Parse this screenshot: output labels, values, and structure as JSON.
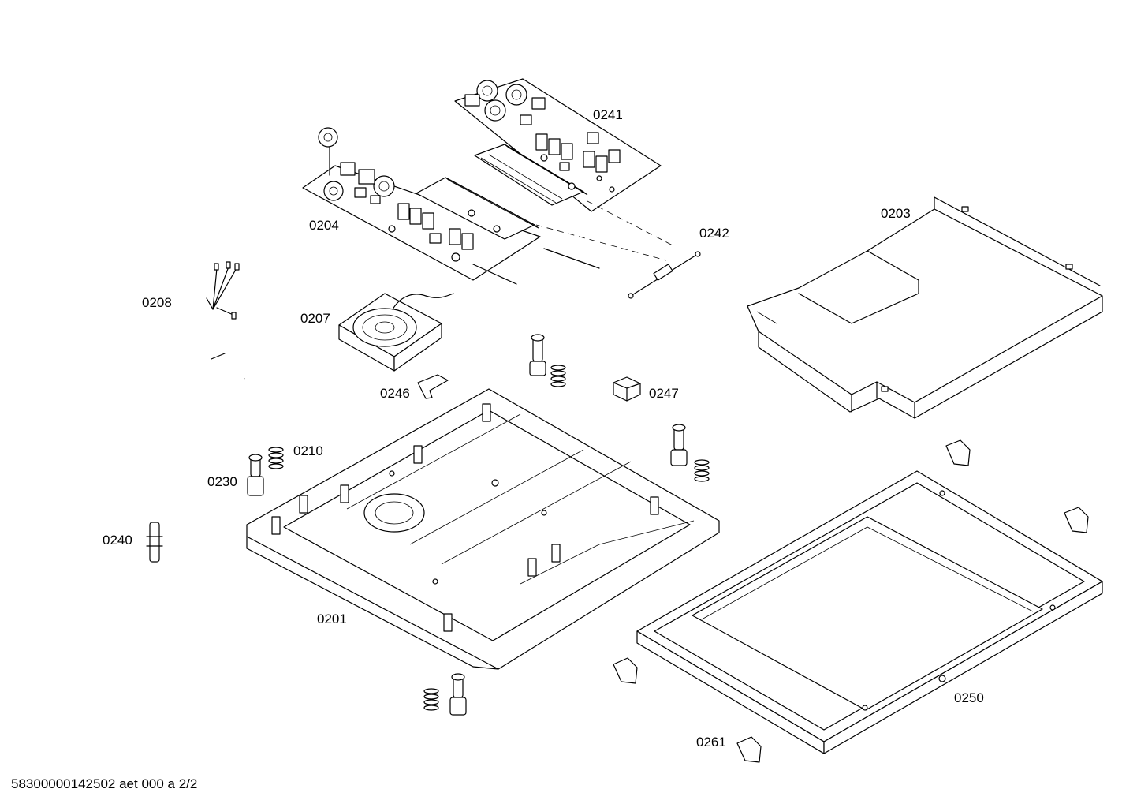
{
  "labels": {
    "p0241": "0241",
    "p0204": "0204",
    "p0242": "0242",
    "p0203": "0203",
    "p0208": "0208",
    "p0207": "0207",
    "p0246": "0246",
    "p0247": "0247",
    "p0210": "0210",
    "p0230": "0230",
    "p0240": "0240",
    "p0201": "0201",
    "p0250": "0250",
    "p0261": "0261"
  },
  "footer": "58300000142502 aet 000 a 2/2"
}
